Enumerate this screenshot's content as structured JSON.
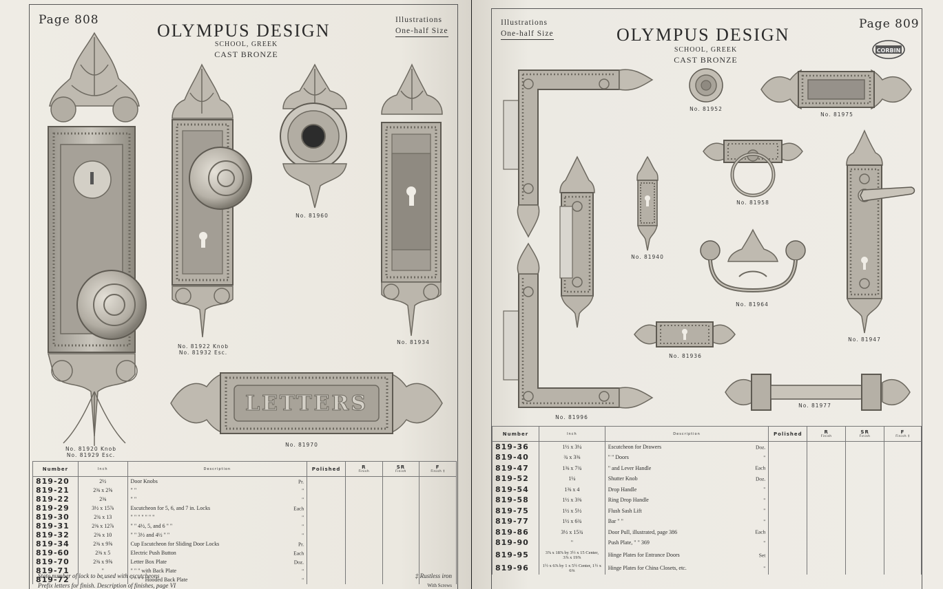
{
  "left": {
    "page_number": "Page 808",
    "title": "OLYMPUS DESIGN",
    "subtitle": "SCHOOL, GREEK",
    "material": "CAST BRONZE",
    "illustrations": [
      "Illustrations",
      "One-half Size"
    ],
    "captions": {
      "c81920": [
        "No. 81920 Knob",
        "No. 81929 Esc."
      ],
      "c81922": [
        "No. 81922 Knob",
        "No. 81932 Esc."
      ],
      "c81960": "No. 81960",
      "c81934": "No. 81934",
      "c81970": "No. 81970"
    },
    "plate_text": "LETTERS",
    "headers": {
      "number": "Number",
      "inch": "Inch",
      "description": "Description",
      "polished": "Polished",
      "r": "R",
      "sr": "SR",
      "f": "F",
      "finish": "Finish",
      "finish_dagger": "Finish ‡"
    },
    "rows": [
      {
        "num": "819-20",
        "inch": "2½",
        "desc": "Door Knobs",
        "unit": "Pr."
      },
      {
        "num": "819-21",
        "inch": "2⅜ x 2⅝",
        "desc": "\"      \"",
        "unit": "\""
      },
      {
        "num": "819-22",
        "inch": "2⅜",
        "desc": "\"      \"",
        "unit": "\""
      },
      {
        "num": "819-29",
        "inch": "3½ x 15⅞",
        "desc": "Escutcheon for 5, 6, and 7 in. Locks",
        "unit": "Each"
      },
      {
        "num": "819-30",
        "inch": "2¾ x 13",
        "desc": "\"      \" \" \" \" \" \"",
        "unit": "\""
      },
      {
        "num": "819-31",
        "inch": "2⅜ x 12⅞",
        "desc": "\"      \" 4½, 5, and 6 \" \"",
        "unit": "\""
      },
      {
        "num": "819-32",
        "inch": "2⅜ x 10",
        "desc": "\"      \" 3½ and 4½ \" \"",
        "unit": "\""
      },
      {
        "num": "819-34",
        "inch": "2⅜ x 9⅝",
        "desc": "Cup Escutcheon for Sliding Door Locks",
        "unit": "Pr."
      },
      {
        "num": "819-60",
        "inch": "2⅜ x 5",
        "desc": "Electric Push Button",
        "unit": "Each"
      },
      {
        "num": "819-70",
        "inch": "2⅜ x 9⅝",
        "desc": "Letter Box Plate",
        "unit": "Doz."
      },
      {
        "num": "819-71",
        "inch": "\"",
        "desc": "\"   \"   \"   with Back Plate",
        "unit": "\""
      },
      {
        "num": "819-72",
        "inch": "\"",
        "desc": "\"   \"   \"   \" Hooded Back Plate",
        "unit": "\""
      }
    ],
    "footnote": [
      "State number of lock to be used with escutcheons",
      "Prefix letters for finish.  Description of finishes, page VI"
    ],
    "footnote_right": [
      "‡ Rustless iron",
      "With Screws"
    ]
  },
  "right": {
    "page_number": "Page 809",
    "title": "OLYMPUS DESIGN",
    "subtitle": "SCHOOL, GREEK",
    "material": "CAST BRONZE",
    "illustrations": [
      "Illustrations",
      "One-half Size"
    ],
    "logo": "CORBIN",
    "captions": {
      "c81952": "No. 81952",
      "c81975": "No. 81975",
      "c81958": "No. 81958",
      "c81940": "No. 81940",
      "c81964": "No. 81964",
      "c81947": "No. 81947",
      "c81936": "No. 81936",
      "c81996": "No. 81996",
      "c81977": "No. 81977"
    },
    "headers": {
      "number": "Number",
      "inch": "Inch",
      "description": "Description",
      "polished": "Polished",
      "r": "R",
      "sr": "SR",
      "f": "F",
      "finish": "Finish",
      "finish_dagger": "Finish ‡"
    },
    "rows": [
      {
        "num": "819-36",
        "inch": "1½ x 3¼",
        "desc": "Escutcheon for Drawers",
        "unit": "Doz."
      },
      {
        "num": "819-40",
        "inch": "¾ x 3⅜",
        "desc": "\"      \" Doors",
        "unit": "\""
      },
      {
        "num": "819-47",
        "inch": "1⅜ x 7¾",
        "desc": "\"      and Lever Handle",
        "unit": "Each"
      },
      {
        "num": "819-52",
        "inch": "1¼",
        "desc": "Shutter Knob",
        "unit": "Doz."
      },
      {
        "num": "819-54",
        "inch": "1⅜ x 4",
        "desc": "Drop Handle",
        "unit": "\""
      },
      {
        "num": "819-58",
        "inch": "1½ x 3⅜",
        "desc": "Ring Drop Handle",
        "unit": "\""
      },
      {
        "num": "819-75",
        "inch": "1½ x 5½",
        "desc": "Flush Sash Lift",
        "unit": "\""
      },
      {
        "num": "819-77",
        "inch": "1½ x 6¾",
        "desc": "Bar    \"    \"",
        "unit": "\""
      },
      {
        "num": "819-86",
        "inch": "3½ x 15¾",
        "desc": "Door Pull, illustrated, page 386",
        "unit": "Each"
      },
      {
        "num": "819-90",
        "inch": "\"",
        "desc": "Push Plate,      \"      \"  369",
        "unit": "\""
      },
      {
        "num": "819-95",
        "inch": "3⅞ x 18⅞ by 3½ x 15 Center, 3⅞ x 19⅞",
        "desc": "Hinge Plates for Entrance Doors",
        "unit": "Set"
      },
      {
        "num": "819-96",
        "inch": "1½ x 6⅞ by 1 x 5½ Center, 1½ x 6⅜",
        "desc": "Hinge Plates for China Closets, etc.",
        "unit": "\""
      }
    ]
  }
}
